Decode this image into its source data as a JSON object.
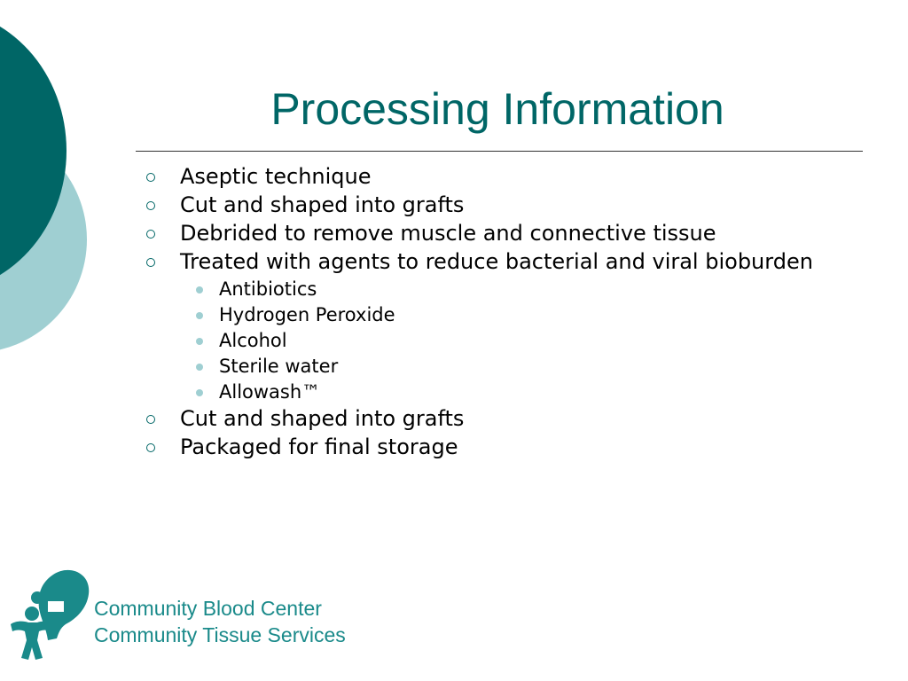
{
  "slide": {
    "title": "Processing Information",
    "items": [
      {
        "text": "Aseptic technique"
      },
      {
        "text": "Cut and shaped into grafts"
      },
      {
        "text": "Debrided to remove muscle and connective tissue"
      },
      {
        "text": "Treated with agents to reduce bacterial and viral bioburden"
      },
      {
        "text": "Antibiotics"
      },
      {
        "text": "Hydrogen Peroxide"
      },
      {
        "text": "Alcohol"
      },
      {
        "text": "Sterile water"
      },
      {
        "text": "Allowash™"
      },
      {
        "text": "Cut and shaped into grafts"
      },
      {
        "text": "Packaged for final storage"
      }
    ]
  },
  "footer": {
    "line1": "Community Blood Center",
    "line2": "Community Tissue Services"
  },
  "colors": {
    "title": "#006666",
    "dark_teal": "#006666",
    "light_teal": "#9fcfd2",
    "footer_text": "#1a8a8a"
  },
  "icons": {
    "logo": "community-blood-center-logo-icon"
  }
}
